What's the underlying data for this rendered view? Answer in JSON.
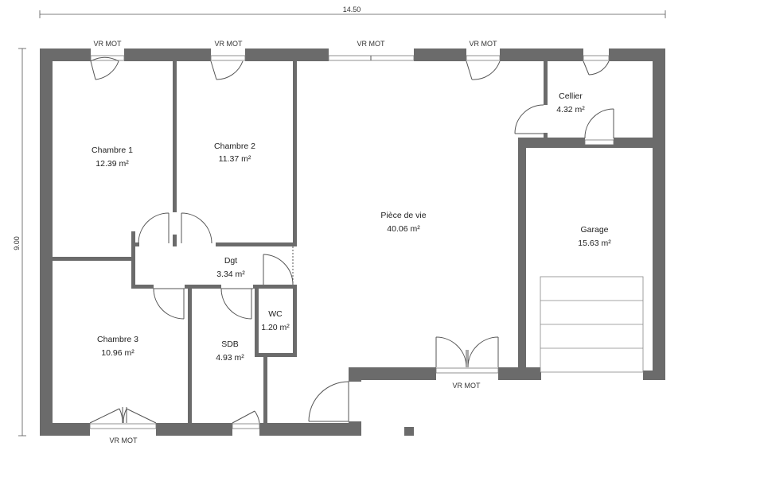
{
  "dimensions": {
    "width_label": "14.50",
    "height_label": "9.00"
  },
  "rooms": {
    "chambre1": {
      "name": "Chambre 1",
      "area": "12.39 m²"
    },
    "chambre2": {
      "name": "Chambre 2",
      "area": "11.37 m²"
    },
    "piece_de_vie": {
      "name": "Pièce de vie",
      "area": "40.06 m²"
    },
    "cellier": {
      "name": "Cellier",
      "area": "4.32 m²"
    },
    "garage": {
      "name": "Garage",
      "area": "15.63 m²"
    },
    "dgt": {
      "name": "Dgt",
      "area": "3.34 m²"
    },
    "wc": {
      "name": "WC",
      "area": "1.20 m²"
    },
    "chambre3": {
      "name": "Chambre 3",
      "area": "10.96 m²"
    },
    "sdb": {
      "name": "SDB",
      "area": "4.93 m²"
    }
  },
  "windows": {
    "top_chambre1": "VR MOT",
    "top_chambre2": "VR MOT",
    "top_living_left": "VR MOT",
    "top_living_right": "VR MOT",
    "bottom_living": "VR MOT",
    "bottom_chambre3": "VR MOT"
  }
}
